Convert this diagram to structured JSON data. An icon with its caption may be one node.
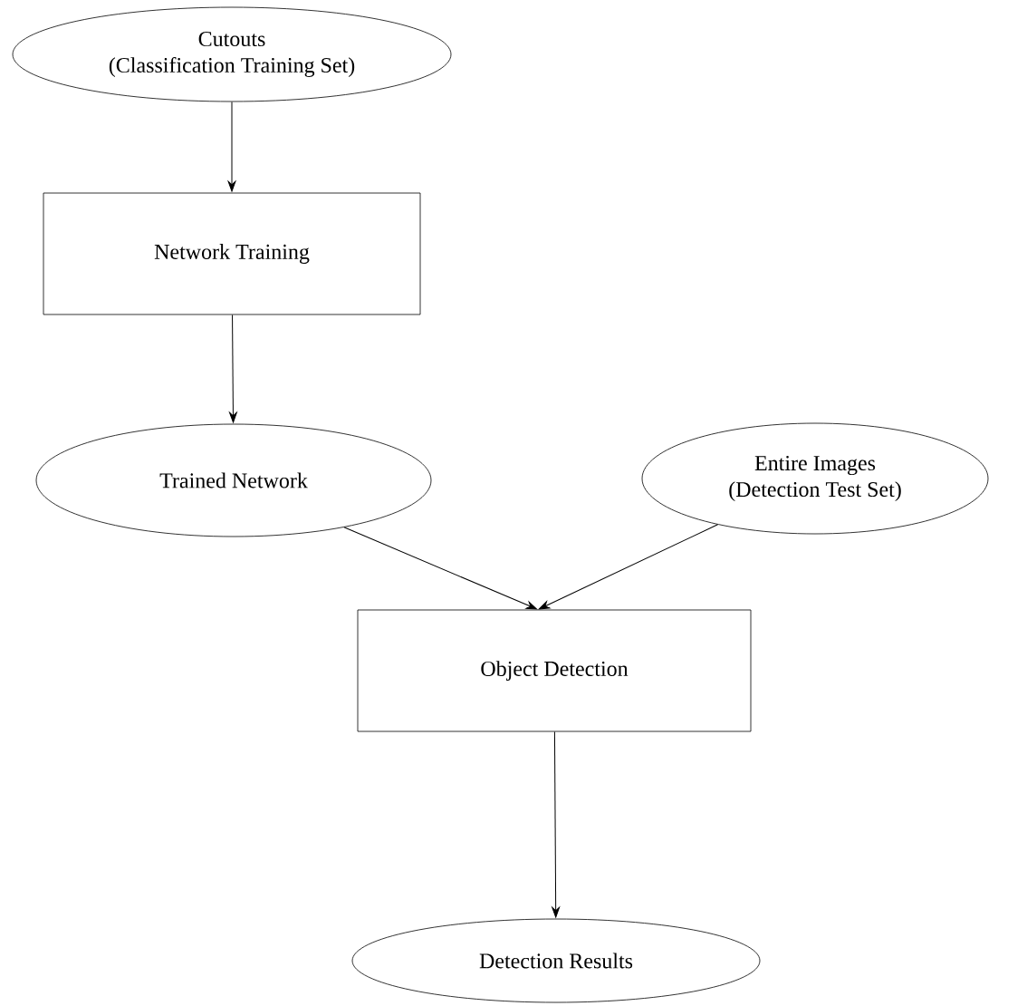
{
  "diagram": {
    "nodes": [
      {
        "text": [
          "Cutouts",
          "(Classification Training Set)"
        ]
      },
      {
        "text": [
          "Network Training"
        ]
      },
      {
        "text": [
          "Trained Network"
        ]
      },
      {
        "text": [
          "Entire Images",
          "(Detection Test Set)"
        ]
      },
      {
        "text": [
          "Object Detection"
        ]
      },
      {
        "text": [
          "Detection Results"
        ]
      }
    ],
    "edges": [
      {
        "from": 0,
        "to": 1,
        "arrow": "to"
      },
      {
        "from": 1,
        "to": 2,
        "arrow": "to"
      },
      {
        "from": 2,
        "to": 4,
        "arrow": "to"
      },
      {
        "from": 3,
        "to": 4,
        "arrow": "to"
      },
      {
        "from": 4,
        "to": 5,
        "arrow": "to"
      }
    ]
  }
}
